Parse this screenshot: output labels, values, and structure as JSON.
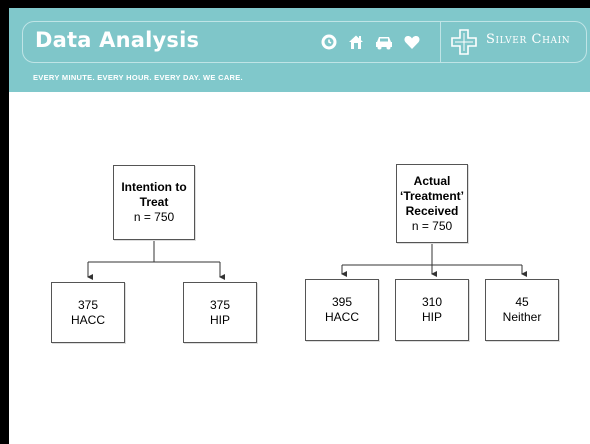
{
  "header": {
    "title": "Data Analysis",
    "tagline": "EVERY MINUTE. EVERY HOUR. EVERY DAY. WE CARE.",
    "brand": "Silver Chain",
    "icons": [
      "clock-icon",
      "home-icon",
      "car-icon",
      "heart-icon",
      "cross-logo-icon"
    ],
    "colors": {
      "banner": "#80c8cb",
      "text": "#ffffff"
    }
  },
  "diagram": {
    "intention": {
      "title_line1": "Intention to",
      "title_line2": "Treat",
      "n": "n = 750",
      "children": [
        {
          "value": "375",
          "label": "HACC"
        },
        {
          "value": "375",
          "label": "HIP"
        }
      ]
    },
    "actual": {
      "title_line1": "Actual",
      "title_line2": "‘Treatment’",
      "title_line3": "Received",
      "n": "n = 750",
      "children": [
        {
          "value": "395",
          "label": "HACC"
        },
        {
          "value": "310",
          "label": "HIP"
        },
        {
          "value": "45",
          "label": "Neither"
        }
      ]
    }
  }
}
